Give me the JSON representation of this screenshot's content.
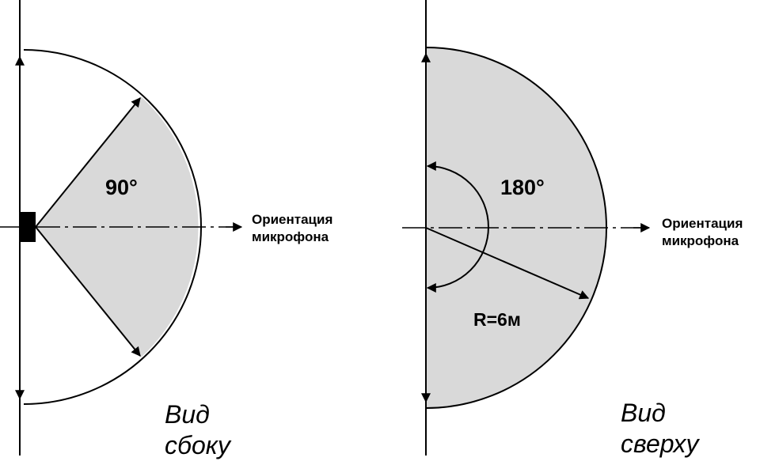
{
  "colors": {
    "sector_fill": "#d9d9d9",
    "line": "#000000",
    "background": "#ffffff",
    "microphone": "#000000"
  },
  "side_view": {
    "angle_label": "90°",
    "orientation_line1": "Ориентация",
    "orientation_line2": "микрофона",
    "caption_line1": "Вид",
    "caption_line2": "сбоку"
  },
  "top_view": {
    "angle_label": "180°",
    "radius_label": "R=6м",
    "orientation_line1": "Ориентация",
    "orientation_line2": "микрофона",
    "caption_line1": "Вид",
    "caption_line2": "сверху"
  }
}
